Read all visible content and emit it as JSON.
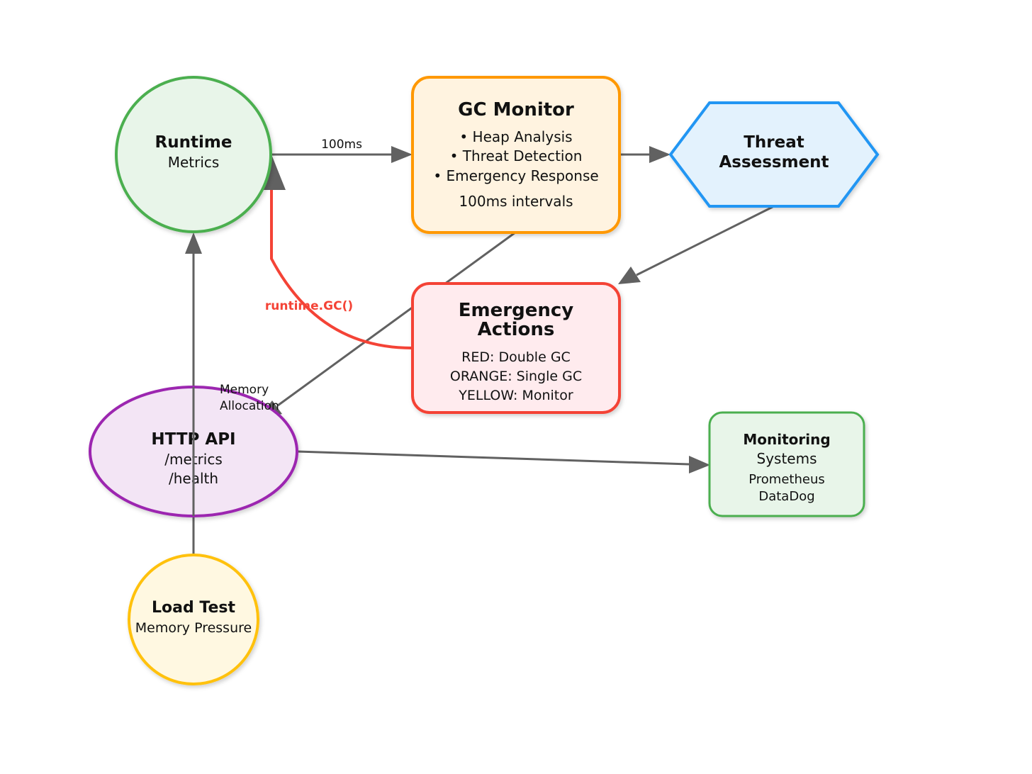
{
  "nodes": {
    "runtime": {
      "title": "Runtime",
      "lines": [
        "Metrics"
      ]
    },
    "gc_monitor": {
      "title": "GC Monitor",
      "lines": [
        "• Heap Analysis",
        "• Threat Detection",
        "• Emergency Response",
        "100ms intervals"
      ]
    },
    "threat": {
      "title_lines": [
        "Threat",
        "Assessment"
      ]
    },
    "emergency": {
      "title_lines": [
        "Emergency",
        "Actions"
      ],
      "lines": [
        "RED: Double GC",
        "ORANGE: Single GC",
        "YELLOW: Monitor"
      ]
    },
    "http_api": {
      "title": "HTTP API",
      "lines": [
        "/metrics",
        "/health"
      ]
    },
    "monitoring": {
      "title": "Monitoring",
      "lines": [
        "Systems",
        "Prometheus",
        "DataDog"
      ]
    },
    "load_test": {
      "title": "Load Test",
      "lines": [
        "Memory Pressure"
      ]
    }
  },
  "edges": {
    "runtime_to_gc": "100ms",
    "emergency_to_runtime": "runtime.GC()",
    "gc_to_http": [
      "Memory",
      "Allocation"
    ]
  },
  "colors": {
    "runtime": {
      "stroke": "#4caf50",
      "fill": "#e8f5e9"
    },
    "gc_monitor": {
      "stroke": "#ff9800",
      "fill": "#fff3e0"
    },
    "threat": {
      "stroke": "#2196f3",
      "fill": "#e3f2fd"
    },
    "emergency": {
      "stroke": "#f44336",
      "fill": "#ffebee"
    },
    "http_api": {
      "stroke": "#9c27b0",
      "fill": "#f3e5f5"
    },
    "monitoring": {
      "stroke": "#4caf50",
      "fill": "#e8f5e9"
    },
    "load_test": {
      "stroke": "#ffc107",
      "fill": "#fff8e1"
    },
    "edge": "#616161",
    "gc_call": "#f44336"
  }
}
